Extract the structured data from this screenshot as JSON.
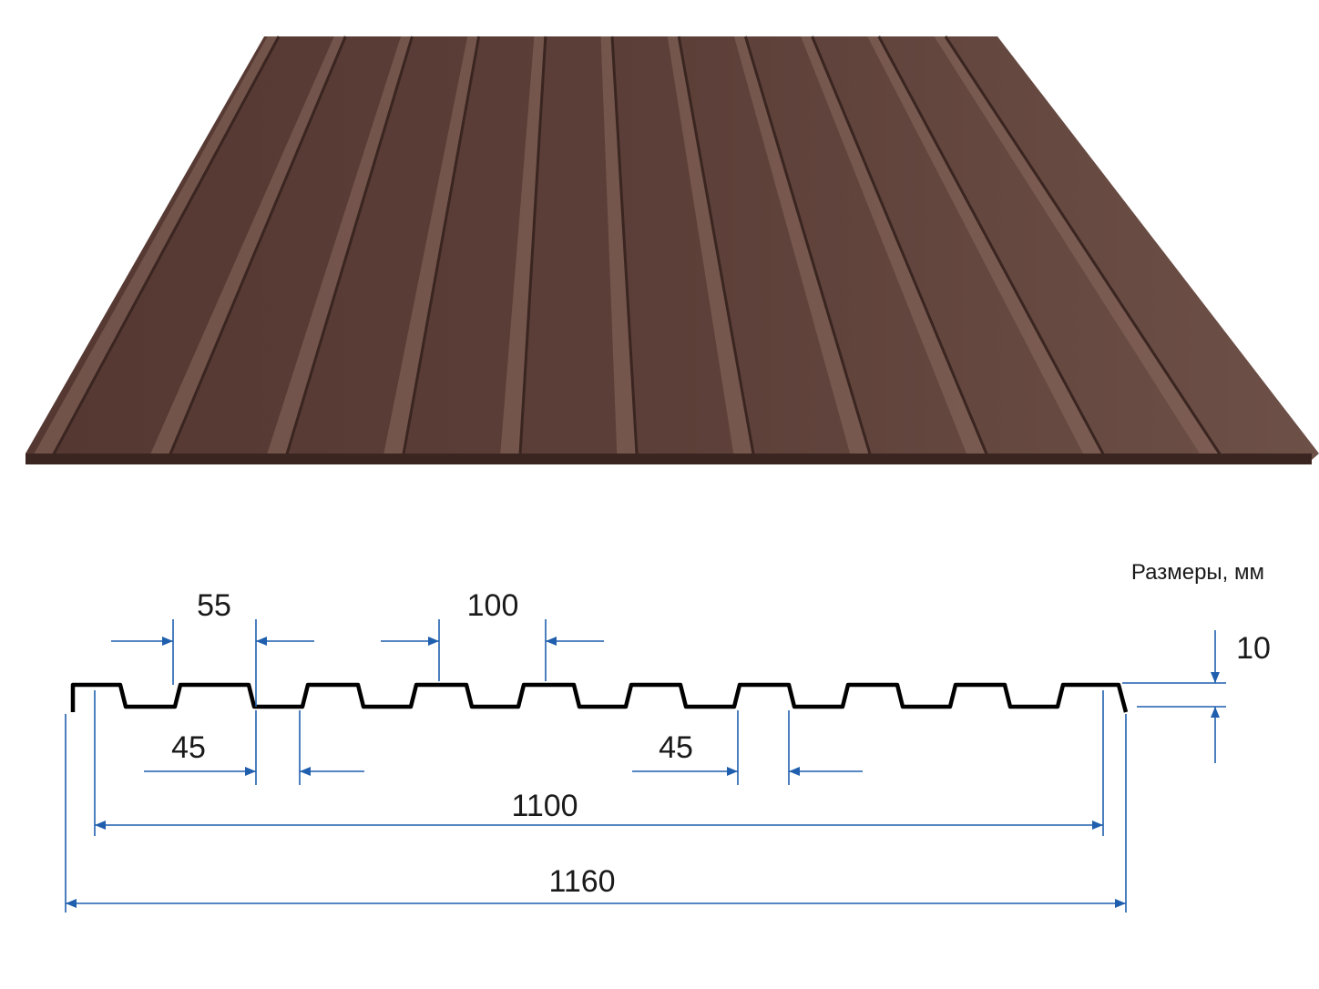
{
  "image": {
    "subject": "corrugated-sheet",
    "sheet_color": "#5a3d35",
    "sheet_highlight": "#8a6a5f",
    "sheet_shadow": "#3a2520"
  },
  "diagram": {
    "units_label": "Размеры, мм",
    "line_color": "#1f5fae",
    "profile_color": "#000000",
    "dimensions": {
      "top_width": "55",
      "pitch": "100",
      "height": "10",
      "valley_left": "45",
      "valley_right": "45",
      "useful_width": "1100",
      "total_width": "1160"
    }
  }
}
